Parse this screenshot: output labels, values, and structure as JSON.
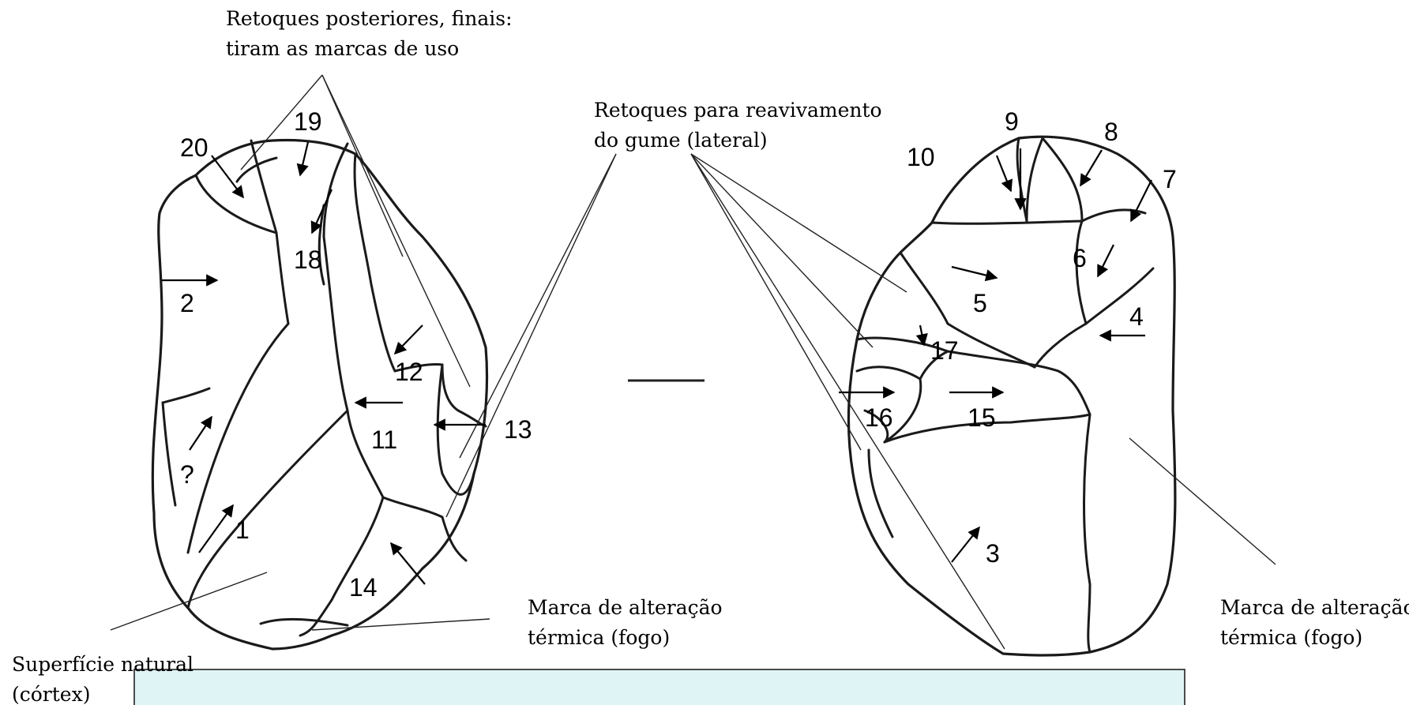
{
  "annotations": {
    "retoques_posteriores": [
      "Retoques posteriores, finais:",
      "tiram as marcas de uso"
    ],
    "retoques_reavivamento": [
      "Retoques para reavivamento",
      "do gume (lateral)"
    ],
    "superficie_natural": [
      "Superfície natural",
      "(córtex)"
    ],
    "marca_termica_left": [
      "Marca de alteração",
      "térmica (fogo)"
    ],
    "marca_termica_right": [
      "Marca de alteração",
      "térmica (fogo)"
    ]
  },
  "left_face": {
    "removals": [
      "1",
      "2",
      "?",
      "11",
      "12",
      "13",
      "14",
      "18",
      "19",
      "20"
    ]
  },
  "right_face": {
    "removals": [
      "3",
      "4",
      "5",
      "6",
      "7",
      "8",
      "9",
      "10",
      "15",
      "16",
      "17"
    ]
  },
  "colors": {
    "panel": "#dff4f5",
    "lines": "#1a1a1a"
  }
}
